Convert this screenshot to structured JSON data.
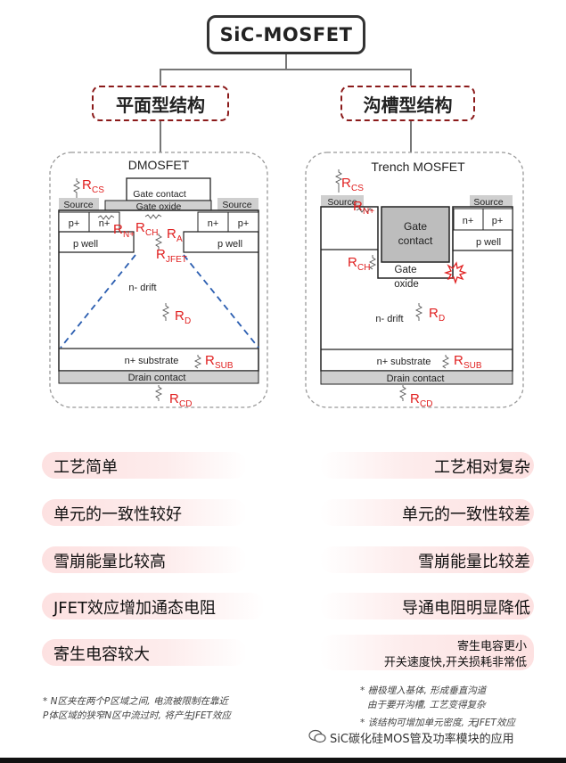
{
  "header": {
    "title": "SiC-MOSFET"
  },
  "categories": {
    "left": "平面型结构",
    "right": "沟槽型结构"
  },
  "planar": {
    "title": "DMOSFET",
    "gate_contact": "Gate contact",
    "gate_oxide": "Gate oxide",
    "source_left": "Source",
    "source_right": "Source",
    "p_plus_left": "p+",
    "n_plus_left": "n+",
    "n_plus_right": "n+",
    "p_plus_right": "p+",
    "p_well_left": "p well",
    "p_well_right": "p well",
    "n_drift": "n- drift",
    "n_substrate": "n+ substrate",
    "drain_contact": "Drain contact",
    "r_cs": "R",
    "r_cs_sub": "CS",
    "r_n": "R",
    "r_n_sub": "N+",
    "r_ch": "R",
    "r_ch_sub": "CH",
    "r_a": "R",
    "r_a_sub": "A",
    "r_jfet": "R",
    "r_jfet_sub": "JFET",
    "r_d": "R",
    "r_d_sub": "D",
    "r_sub": "R",
    "r_sub_sub": "SUB",
    "r_cd": "R",
    "r_cd_sub": "CD"
  },
  "trench": {
    "title": "Trench MOSFET",
    "source_left": "Source",
    "source_right": "Source",
    "n_plus": "n+",
    "p_plus": "p+",
    "p_well": "p well",
    "gate_contact_1": "Gate",
    "gate_contact_2": "contact",
    "gate_oxide_1": "Gate",
    "gate_oxide_2": "oxide",
    "n_drift": "n- drift",
    "n_substrate": "n+ substrate",
    "drain_contact": "Drain contact",
    "r_cs": "R",
    "r_cs_sub": "CS",
    "r_n": "R",
    "r_n_sub": "N+",
    "r_ch": "R",
    "r_ch_sub": "CH",
    "r_d": "R",
    "r_d_sub": "D",
    "r_sub": "R",
    "r_sub_sub": "SUB",
    "r_cd": "R",
    "r_cd_sub": "CD"
  },
  "comparison": {
    "left": [
      "工艺简单",
      "单元的一致性较好",
      "雪崩能量比较高",
      "JFET效应增加通态电阻",
      "寄生电容较大"
    ],
    "right": [
      "工艺相对复杂",
      "单元的一致性较差",
      "雪崩能量比较差",
      "导通电阻明显降低"
    ],
    "right_last_1": "寄生电容更小",
    "right_last_2": "开关速度快,开关损耗非常低"
  },
  "notes": {
    "left_1": "* N区夹在两个P区域之间, 电流被限制在靠近",
    "left_2": "P体区域的狭窄N区中流过时, 将产生JFET效应",
    "right_1": "* 栅极埋入基体, 形成垂直沟道",
    "right_2": "由于要开沟槽, 工艺变得复杂",
    "right_3": "* 该结构可增加单元密度, 无JFET效应"
  },
  "footer": {
    "text": "SiC碳化硅MOS管及功率模块的应用"
  },
  "colors": {
    "accent_red": "#e02020",
    "dashed_border": "#8b1a1a",
    "pill_bg": "#fde1e1",
    "gray_block": "#c8c8c8"
  }
}
